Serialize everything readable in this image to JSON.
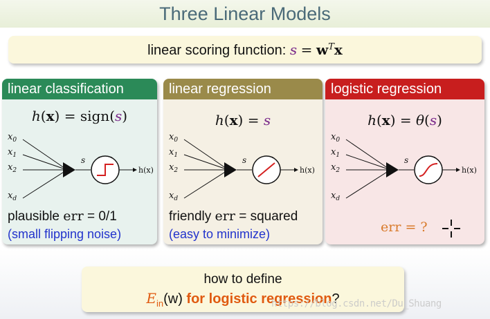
{
  "title": "Three Linear Models",
  "scoring": {
    "label": "linear scoring function:",
    "s": "s",
    "eq": "=",
    "w": "w",
    "T": "T",
    "x": "x"
  },
  "node": {
    "inputs": [
      "x",
      "x",
      "x",
      "x"
    ],
    "subs": [
      "0",
      "1",
      "2",
      "d"
    ],
    "s": "s",
    "output": "h(x)"
  },
  "panels": [
    {
      "title": "linear classification",
      "color": "#2b8a58",
      "formula": {
        "lhs": "h",
        "open": "(",
        "x": "x",
        "close": ")",
        "eq": " = ",
        "fn": "sign(",
        "s": "s",
        "end": ")"
      },
      "line1": {
        "word": "plausible",
        "err": "err",
        "rest": " = 0/1"
      },
      "line2": "(small flipping noise)",
      "transfer": "step"
    },
    {
      "title": "linear regression",
      "color": "#9a8a4a",
      "formula": {
        "lhs": "h",
        "open": "(",
        "x": "x",
        "close": ")",
        "eq": " = ",
        "s": "s"
      },
      "line1": {
        "word": "friendly",
        "err": "err",
        "rest": " = squared"
      },
      "line2": "(easy to minimize)",
      "transfer": "linear"
    },
    {
      "title": "logistic regression",
      "color": "#c81e1e",
      "formula": {
        "lhs": "h",
        "open": "(",
        "x": "x",
        "close": ")",
        "eq": " = ",
        "theta": "θ",
        "po": "(",
        "s": "s",
        "pc": ")"
      },
      "err_q": "err = ?",
      "transfer": "sigmoid"
    }
  ],
  "how": {
    "line1": "how to define",
    "E": "E",
    "in": "in",
    "w": "(w)",
    "bold": " for logistic regression",
    "q": "?"
  },
  "watermark": "https://blog.csdn.net/Du_Shuang"
}
